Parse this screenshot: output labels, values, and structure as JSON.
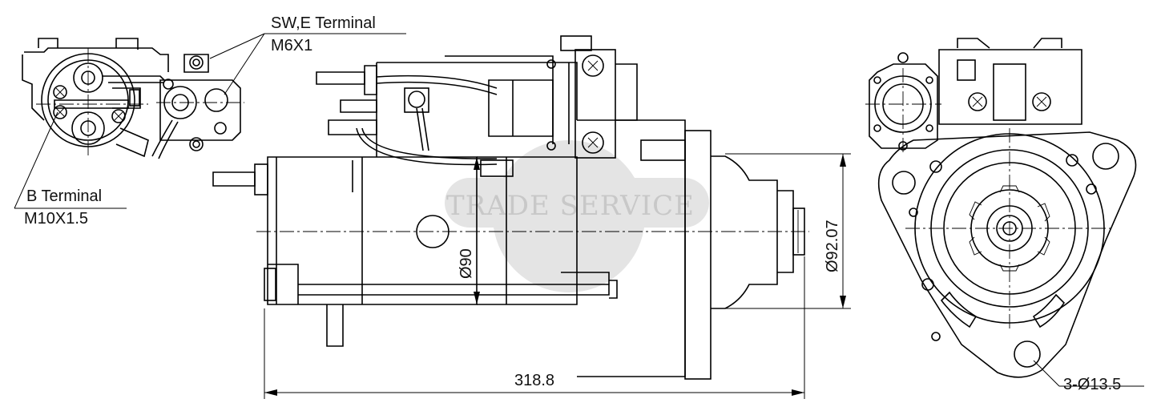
{
  "labels": {
    "sw_terminal": "SW,E Terminal",
    "sw_thread": "M6X1",
    "b_terminal": "B Terminal",
    "b_thread": "M10X1.5",
    "dia_housing": "Ø90",
    "dia_flange": "Ø92.07",
    "length": "318.8",
    "mount_holes": "3-Ø13.5"
  },
  "watermark": "TRADE SERVICE",
  "colors": {
    "line": "#000000",
    "watermark_fill": "#e4e4e4",
    "watermark_text": "#c8c8c8"
  }
}
